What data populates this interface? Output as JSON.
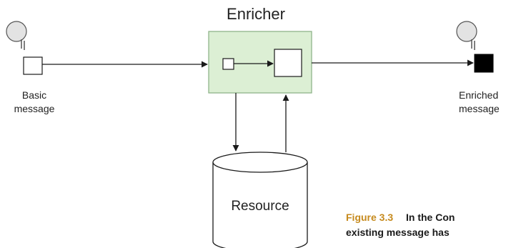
{
  "diagram": {
    "enricher_label": "Enricher",
    "resource_label": "Resource",
    "basic_message_label": [
      "Basic",
      "message"
    ],
    "enriched_message_label": [
      "Enriched",
      "message"
    ]
  },
  "caption": {
    "number": "Figure 3.3",
    "line1": "In the Con",
    "line2": "existing message has"
  },
  "colors": {
    "enricher_fill": "#dcefd4",
    "enricher_stroke": "#8fb48a",
    "caption_accent": "#c68a1d",
    "stroke": "#1a1a1a",
    "pin_fill": "#e3e3e3"
  }
}
